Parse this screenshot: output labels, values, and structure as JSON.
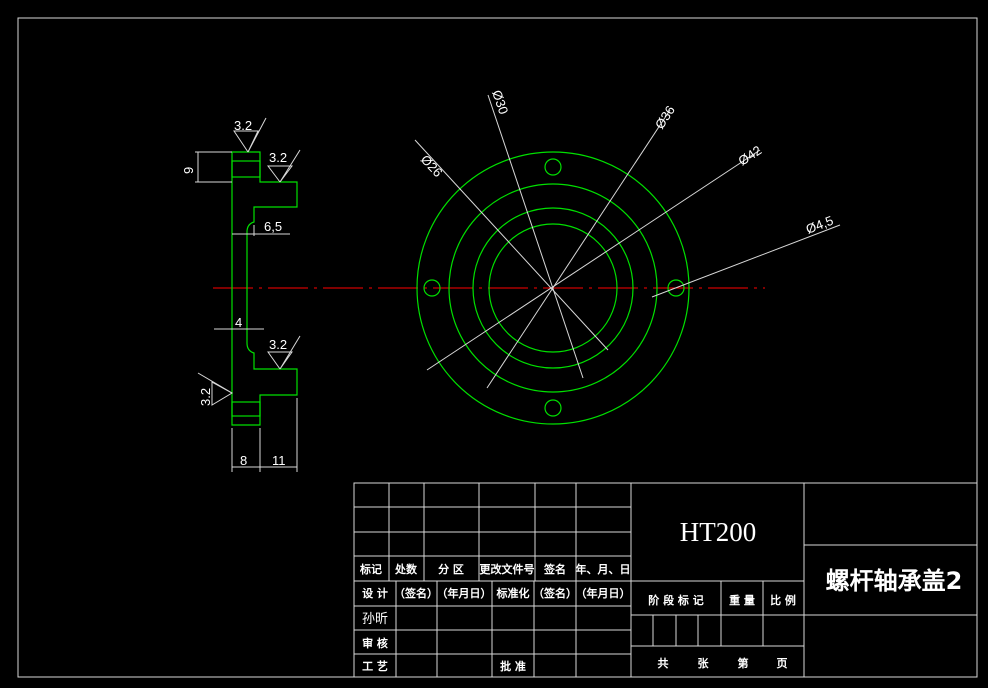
{
  "colors": {
    "outline": "#00e000",
    "centerline": "#ff0000",
    "lines": "#d8d8d8"
  },
  "section_view": {
    "roughness": [
      "3.2",
      "3.2",
      "3.2",
      "3.2"
    ],
    "dims": {
      "hole_height": "9",
      "neck": "6,5",
      "wall": "4",
      "flange_width": "8",
      "boss_width": "11"
    }
  },
  "front_view": {
    "dims": {
      "d26": "Ø26",
      "d30": "Ø30",
      "d36": "Ø36",
      "d42": "Ø42",
      "d45": "Ø4,5"
    }
  },
  "title_block": {
    "material": "HT200",
    "part_name": "螺杆轴承盖2",
    "rev_headers": [
      "标记",
      "处数",
      "分 区",
      "更改文件号",
      "签名",
      "年、月、日"
    ],
    "row_design": [
      "设 计",
      "（签名）",
      "（年月日）",
      "标准化",
      "（签名）",
      "（年月日）"
    ],
    "designer": "孙昕",
    "review": "审 核",
    "process": "工 艺",
    "approve": "批 准",
    "stage_headers": [
      "阶 段 标 记",
      "重 量",
      "比 例"
    ],
    "sheet": [
      "共",
      "张",
      "第",
      "页"
    ]
  }
}
